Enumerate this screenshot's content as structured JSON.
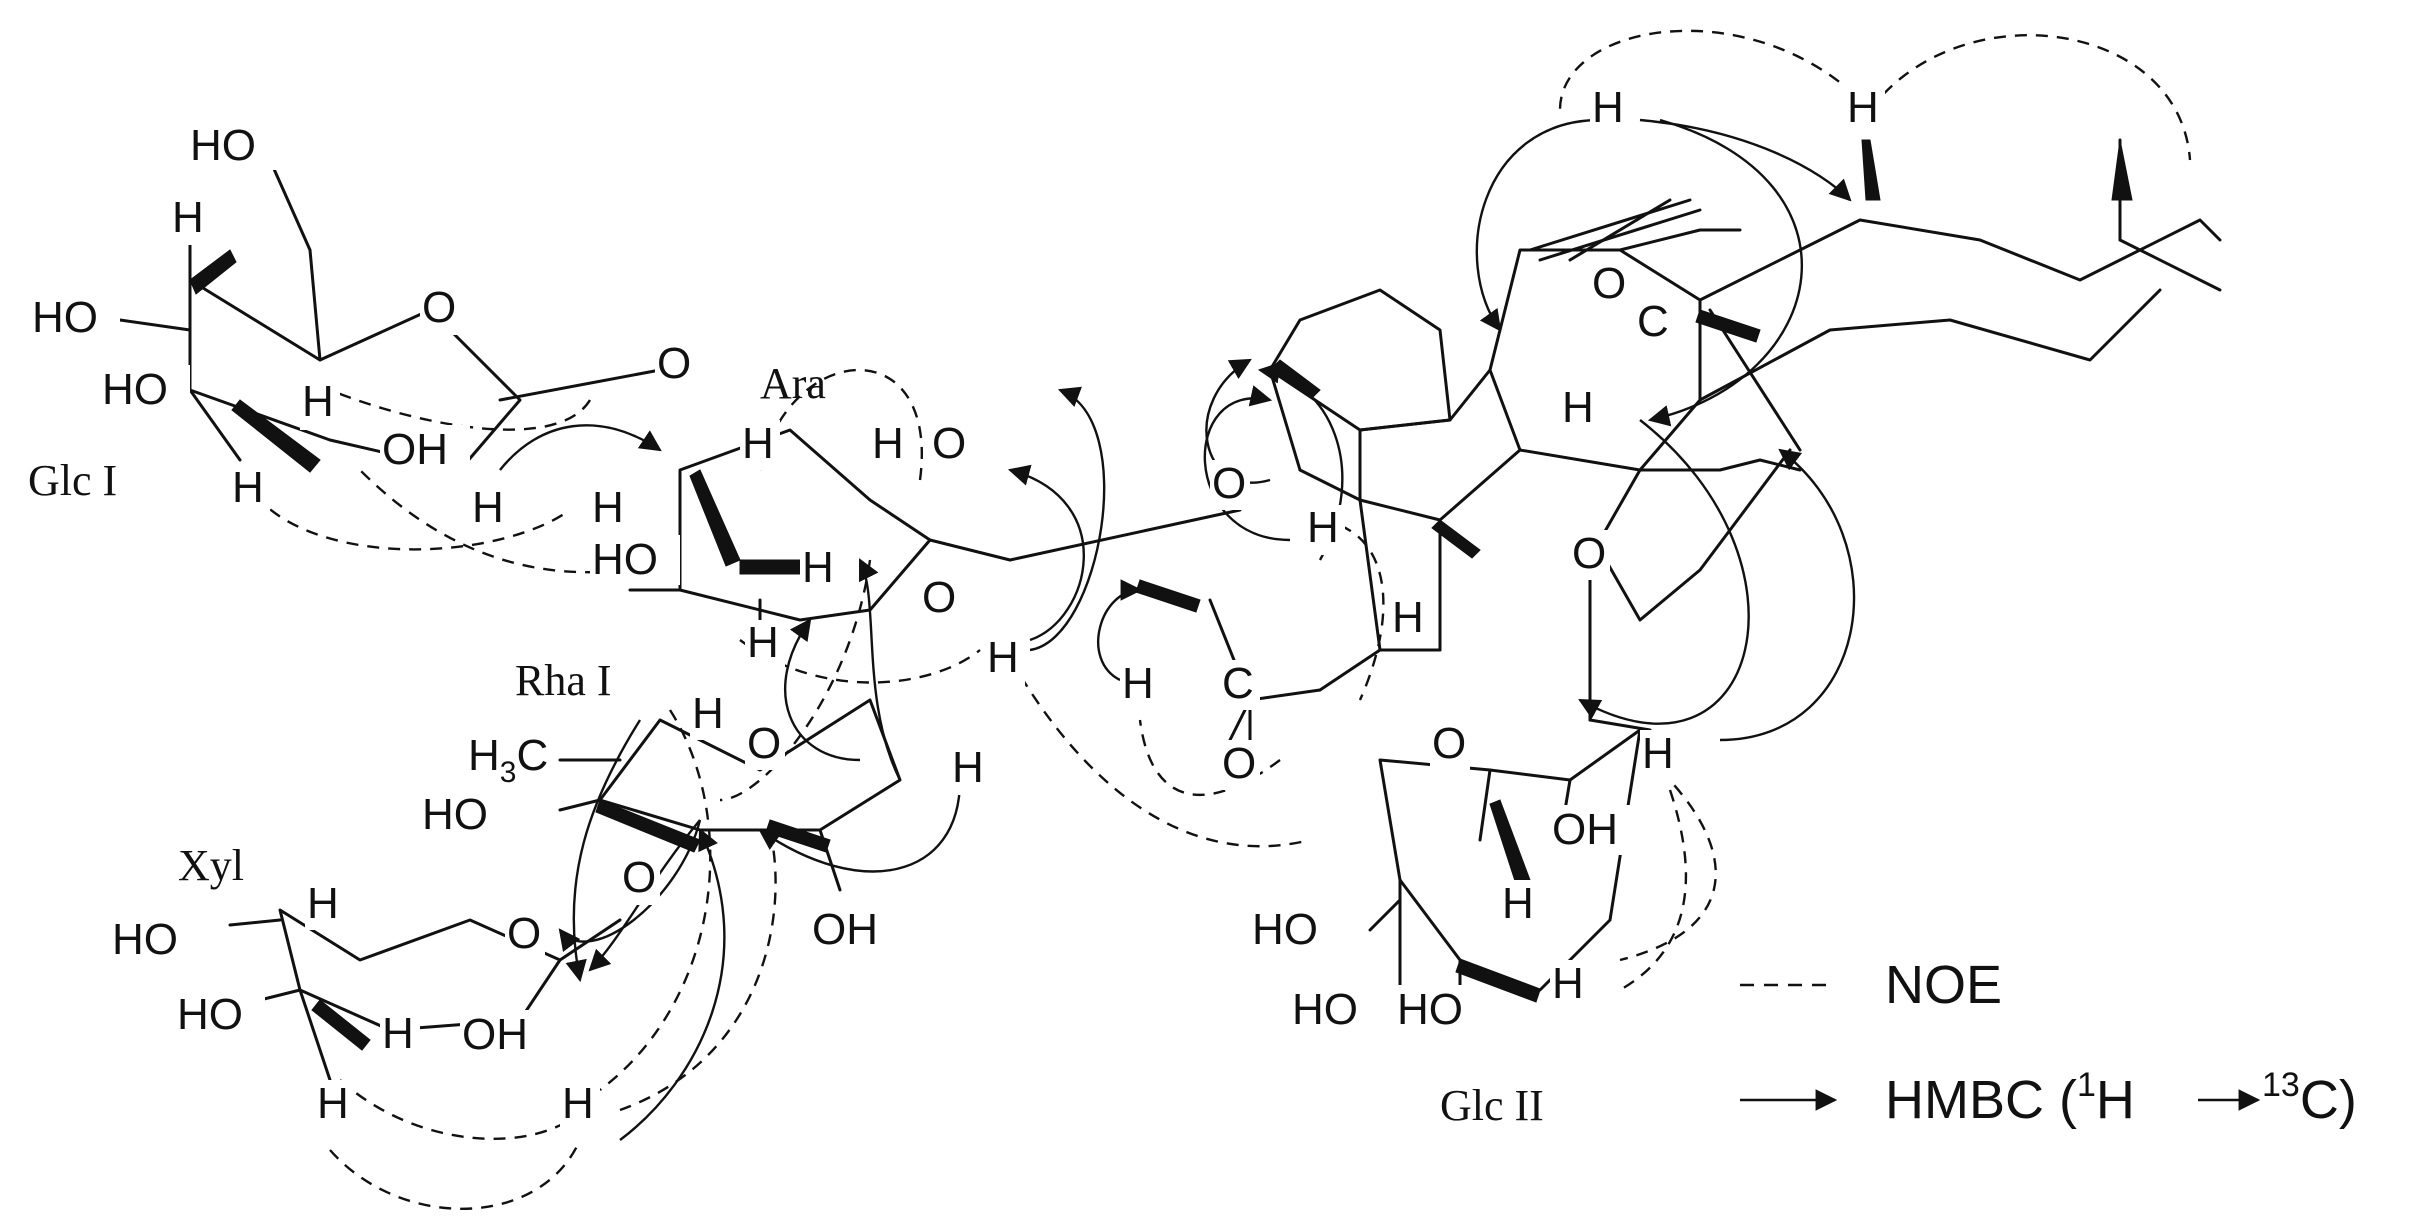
{
  "sugar_labels": {
    "glc1": "Glc I",
    "ara": "Ara",
    "rha1": "Rha I",
    "xyl": "Xyl",
    "glc2": "Glc II"
  },
  "atoms": {
    "ho": "HO",
    "oh": "OH",
    "h": "H",
    "o": "O",
    "c": "C",
    "h3c": "H",
    "h3c_sub": "3",
    "h3c_c": "C"
  },
  "legend": {
    "noe_label": "NOE",
    "hmbc_label": "HMBC (",
    "hmbc_h": "H",
    "hmbc_sup1": "1",
    "hmbc_sup2": "13",
    "hmbc_c": "C)"
  }
}
